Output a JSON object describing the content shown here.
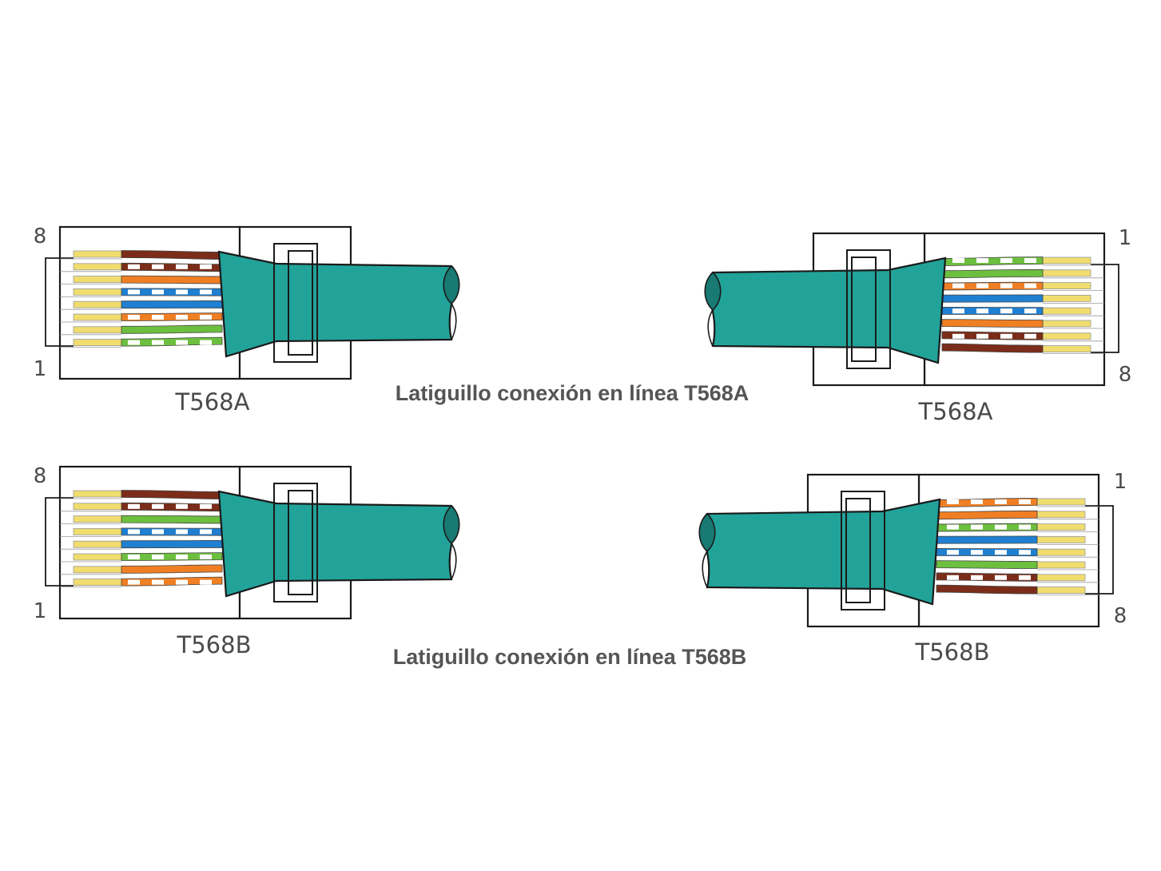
{
  "captions": {
    "row_a": "Latiguillo conexión en línea T568A",
    "row_b": "Latiguillo conexión en línea T568B"
  },
  "connectors": [
    {
      "id": "a-left",
      "standard": "T568A",
      "pin_top": "8",
      "pin_bottom": "1",
      "wires": [
        "brown",
        "white-brown",
        "orange",
        "white-blue",
        "blue",
        "white-orange",
        "green",
        "white-green"
      ]
    },
    {
      "id": "a-right",
      "standard": "T568A",
      "pin_top": "1",
      "pin_bottom": "8",
      "wires": [
        "white-green",
        "green",
        "white-orange",
        "blue",
        "white-blue",
        "orange",
        "white-brown",
        "brown"
      ]
    },
    {
      "id": "b-left",
      "standard": "T568B",
      "pin_top": "8",
      "pin_bottom": "1",
      "wires": [
        "brown",
        "white-brown",
        "green",
        "white-blue",
        "blue",
        "white-green",
        "orange",
        "white-orange"
      ]
    },
    {
      "id": "b-right",
      "standard": "T568B",
      "pin_top": "1",
      "pin_bottom": "8",
      "wires": [
        "white-orange",
        "orange",
        "white-green",
        "blue",
        "white-blue",
        "green",
        "white-brown",
        "brown"
      ]
    }
  ],
  "colors": {
    "cable": "#22a39a",
    "outline": "#1a1a1a",
    "brown": "#7b2d1a",
    "orange": "#f07f24",
    "green": "#6dbf3f",
    "blue": "#1f7fd0",
    "contact": "#f0dd6e"
  }
}
